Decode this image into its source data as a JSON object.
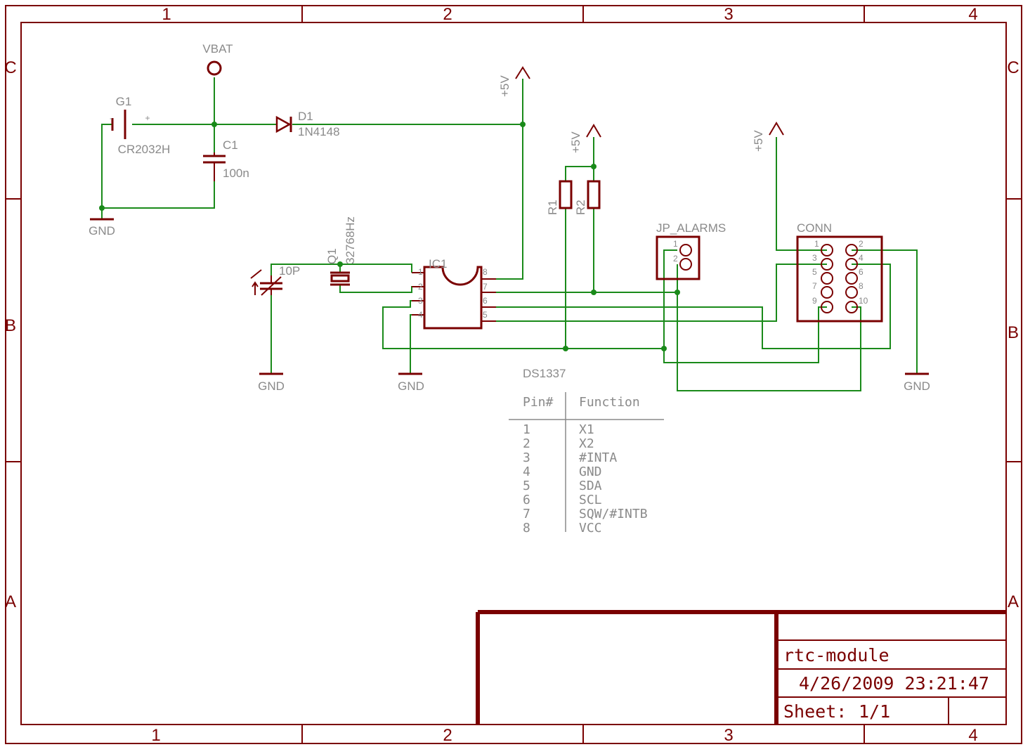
{
  "frame": {
    "columns": [
      "1",
      "2",
      "3",
      "4"
    ],
    "rows": [
      "C",
      "B",
      "A"
    ]
  },
  "labels": {
    "vbat": "VBAT",
    "g1": "G1",
    "g1_value": "CR2032H",
    "g1_minus": "-",
    "g1_plus": "+",
    "c1": "C1",
    "c1_value": "100n",
    "d1": "D1",
    "d1_value": "1N4148",
    "gnd": "GND",
    "p5v": "+5V",
    "r1": "R1",
    "r2": "R2",
    "q1": "Q1",
    "q1_value": "32768Hz",
    "trimcap_value": "10P",
    "ic1": "IC1",
    "ic1_value": "DS1337",
    "jp": "JP_ALARMS",
    "conn": "CONN"
  },
  "ic_pins": [
    "1",
    "2",
    "3",
    "4",
    "5",
    "6",
    "7",
    "8"
  ],
  "jp_pins": [
    "1",
    "2"
  ],
  "conn_pins_left": [
    "1",
    "3",
    "5",
    "7",
    "9"
  ],
  "conn_pins_right": [
    "2",
    "4",
    "6",
    "8",
    "10"
  ],
  "pin_table": {
    "headers": [
      "Pin#",
      "Function"
    ],
    "rows": [
      [
        "1",
        "X1"
      ],
      [
        "2",
        "X2"
      ],
      [
        "3",
        "#INTA"
      ],
      [
        "4",
        "GND"
      ],
      [
        "5",
        "SDA"
      ],
      [
        "6",
        "SCL"
      ],
      [
        "7",
        "SQW/#INTB"
      ],
      [
        "8",
        "VCC"
      ]
    ]
  },
  "title_block": {
    "name": "rtc-module",
    "datetime": "4/26/2009 23:21:47",
    "sheet_label": "Sheet:",
    "sheet_value": "1/1"
  },
  "colors": {
    "frame": "#7a0000",
    "wire": "#1a8a1a",
    "label": "#8a8a8a"
  }
}
